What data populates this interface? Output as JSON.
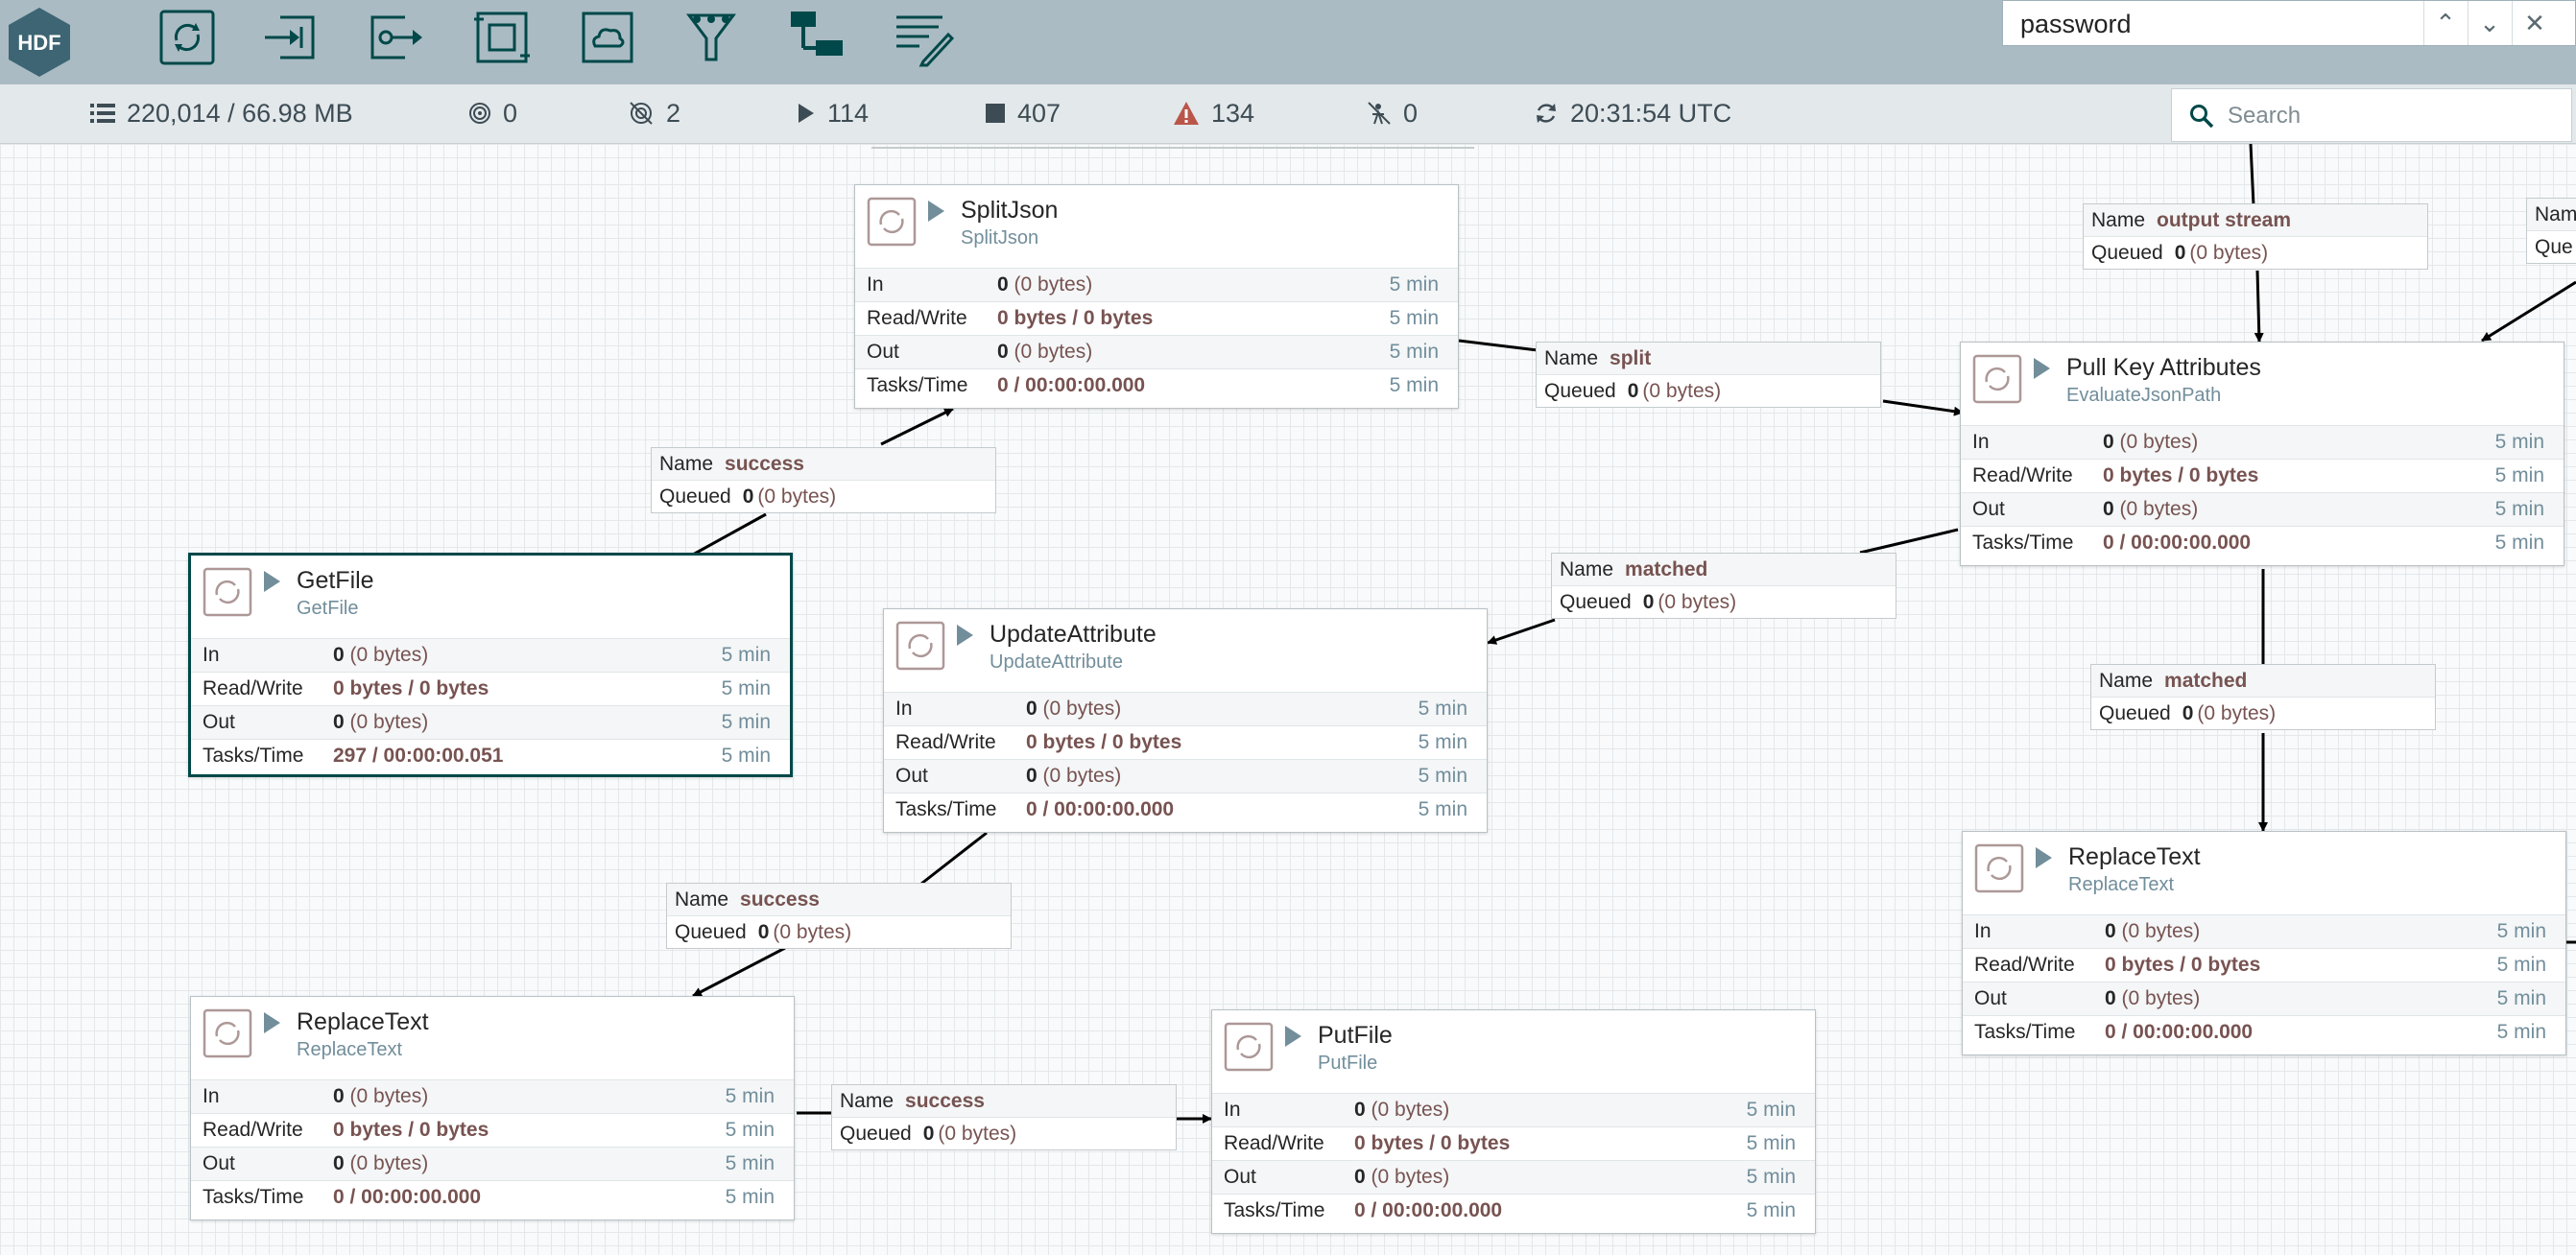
{
  "header": {
    "logo": "HDF",
    "tools": [
      "processor-icon",
      "input-port-icon",
      "output-port-icon",
      "process-group-icon",
      "remote-process-group-icon",
      "funnel-icon",
      "template-icon",
      "label-icon"
    ],
    "find": {
      "value": "password",
      "up": "⌃",
      "down": "⌄",
      "close": "✕"
    }
  },
  "status": {
    "queued": "220,014 / 66.98 MB",
    "transmitting": "0",
    "not_transmitting": "2",
    "running": "114",
    "stopped": "407",
    "invalid": "134",
    "disabled": "0",
    "refreshed": "20:31:54 UTC",
    "search_placeholder": "Search"
  },
  "labels": {
    "in": "In",
    "rw": "Read/Write",
    "out": "Out",
    "tasks": "Tasks/Time",
    "time": "5 min",
    "name": "Name",
    "queued": "Queued"
  },
  "processors": [
    {
      "name": "SplitJson",
      "type": "SplitJson",
      "in_count": "0",
      "in_bytes": "(0 bytes)",
      "rw": "0 bytes / 0 bytes",
      "out_count": "0",
      "out_bytes": "(0 bytes)",
      "tasks": "0 / 00:00:00.000"
    },
    {
      "name": "GetFile",
      "type": "GetFile",
      "in_count": "0",
      "in_bytes": "(0 bytes)",
      "rw": "0 bytes / 0 bytes",
      "out_count": "0",
      "out_bytes": "(0 bytes)",
      "tasks": "297 / 00:00:00.051"
    },
    {
      "name": "UpdateAttribute",
      "type": "UpdateAttribute",
      "in_count": "0",
      "in_bytes": "(0 bytes)",
      "rw": "0 bytes / 0 bytes",
      "out_count": "0",
      "out_bytes": "(0 bytes)",
      "tasks": "0 / 00:00:00.000"
    },
    {
      "name": "ReplaceText",
      "type": "ReplaceText",
      "in_count": "0",
      "in_bytes": "(0 bytes)",
      "rw": "0 bytes / 0 bytes",
      "out_count": "0",
      "out_bytes": "(0 bytes)",
      "tasks": "0 / 00:00:00.000"
    },
    {
      "name": "PutFile",
      "type": "PutFile",
      "in_count": "0",
      "in_bytes": "(0 bytes)",
      "rw": "0 bytes / 0 bytes",
      "out_count": "0",
      "out_bytes": "(0 bytes)",
      "tasks": "0 / 00:00:00.000"
    },
    {
      "name": "Pull Key Attributes",
      "type": "EvaluateJsonPath",
      "in_count": "0",
      "in_bytes": "(0 bytes)",
      "rw": "0 bytes / 0 bytes",
      "out_count": "0",
      "out_bytes": "(0 bytes)",
      "tasks": "0 / 00:00:00.000"
    },
    {
      "name": "ReplaceText",
      "type": "ReplaceText",
      "in_count": "0",
      "in_bytes": "(0 bytes)",
      "rw": "0 bytes / 0 bytes",
      "out_count": "0",
      "out_bytes": "(0 bytes)",
      "tasks": "0 / 00:00:00.000"
    }
  ],
  "connections": [
    {
      "name": "success",
      "queued_count": "0",
      "queued_bytes": "(0 bytes)"
    },
    {
      "name": "split",
      "queued_count": "0",
      "queued_bytes": "(0 bytes)"
    },
    {
      "name": "output stream",
      "queued_count": "0",
      "queued_bytes": "(0 bytes)"
    },
    {
      "name": "matched",
      "queued_count": "0",
      "queued_bytes": "(0 bytes)"
    },
    {
      "name": "matched",
      "queued_count": "0",
      "queued_bytes": "(0 bytes)"
    },
    {
      "name": "success",
      "queued_count": "0",
      "queued_bytes": "(0 bytes)"
    },
    {
      "name": "success",
      "queued_count": "0",
      "queued_bytes": "(0 bytes)"
    },
    {
      "name_key": "Nam",
      "queued_key": "Que"
    }
  ],
  "colors": {
    "header": "#aabbc3",
    "icon": "#004849",
    "canvas": "#f9fafb",
    "accent_text": "#775351",
    "muted": "#728e9b",
    "alert": "#ba554a"
  }
}
